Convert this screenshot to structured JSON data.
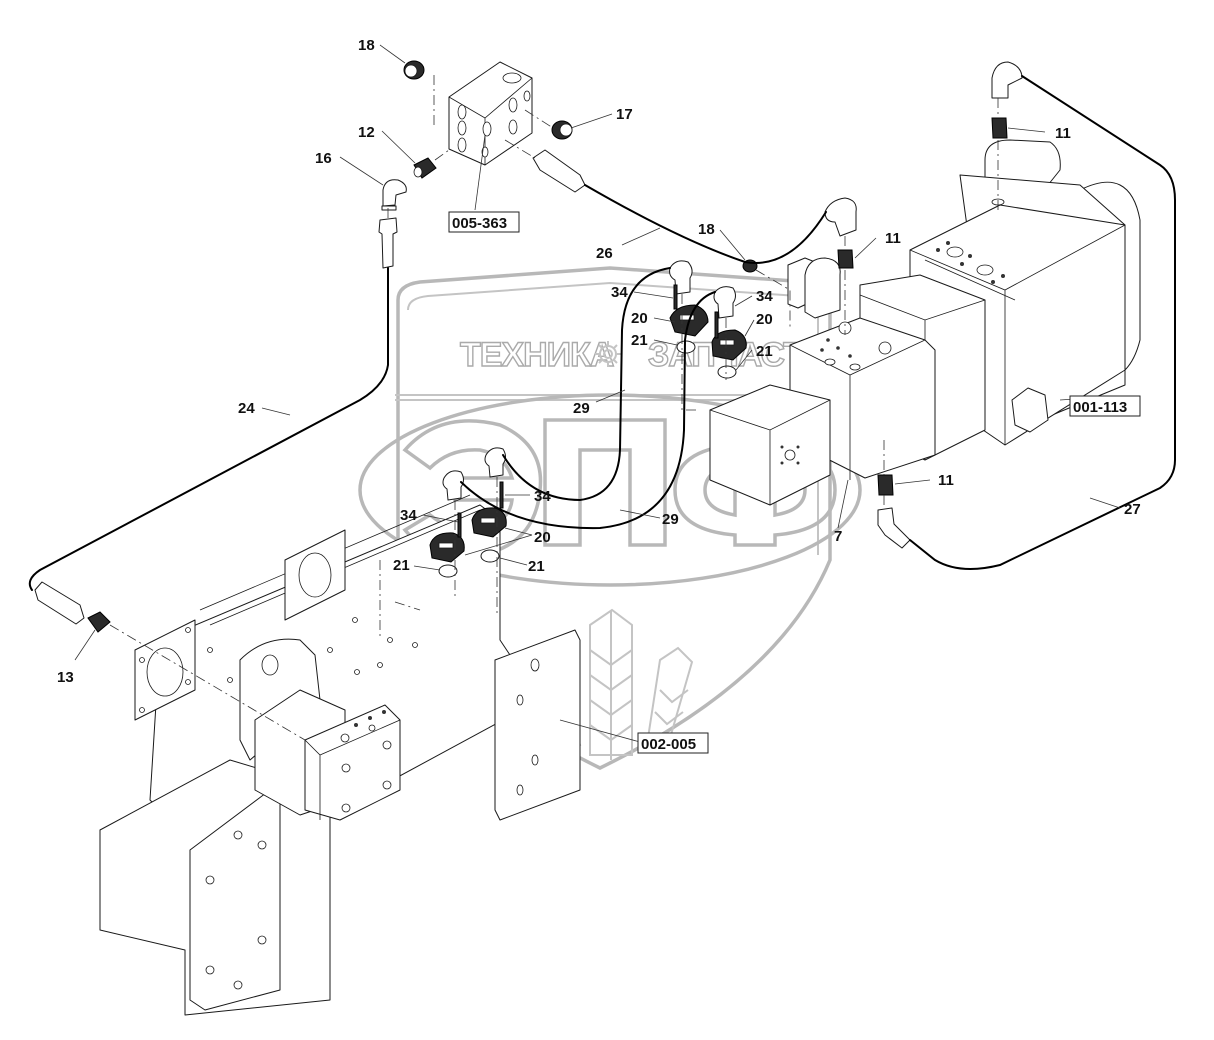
{
  "diagram": {
    "type": "exploded parts diagram",
    "watermark": {
      "brand_word_left": "ТЕХНИКА",
      "brand_word_right": "ЗАПЧАСТИ",
      "logo_letters": "ЭПФ",
      "gear_icon": "gear-icon"
    },
    "assembly_refs": [
      {
        "id": "ref-005-363",
        "label": "005-363"
      },
      {
        "id": "ref-001-113",
        "label": "001-113"
      },
      {
        "id": "ref-002-005",
        "label": "002-005"
      }
    ],
    "callouts": [
      {
        "id": "c18a",
        "label": "18"
      },
      {
        "id": "c17",
        "label": "17"
      },
      {
        "id": "c12",
        "label": "12"
      },
      {
        "id": "c16",
        "label": "16"
      },
      {
        "id": "c26",
        "label": "26"
      },
      {
        "id": "c18b",
        "label": "18"
      },
      {
        "id": "c11a",
        "label": "11"
      },
      {
        "id": "c11b",
        "label": "11"
      },
      {
        "id": "c11c",
        "label": "11"
      },
      {
        "id": "c34a",
        "label": "34"
      },
      {
        "id": "c34b",
        "label": "34"
      },
      {
        "id": "c20a",
        "label": "20"
      },
      {
        "id": "c20b",
        "label": "20"
      },
      {
        "id": "c21a",
        "label": "21"
      },
      {
        "id": "c21b",
        "label": "21"
      },
      {
        "id": "c29a",
        "label": "29"
      },
      {
        "id": "c24",
        "label": "24"
      },
      {
        "id": "c34c",
        "label": "34"
      },
      {
        "id": "c34d",
        "label": "34"
      },
      {
        "id": "c20c",
        "label": "20"
      },
      {
        "id": "c29b",
        "label": "29"
      },
      {
        "id": "c21c",
        "label": "21"
      },
      {
        "id": "c21d",
        "label": "21"
      },
      {
        "id": "c7",
        "label": "7"
      },
      {
        "id": "c27",
        "label": "27"
      },
      {
        "id": "c13",
        "label": "13"
      }
    ]
  }
}
